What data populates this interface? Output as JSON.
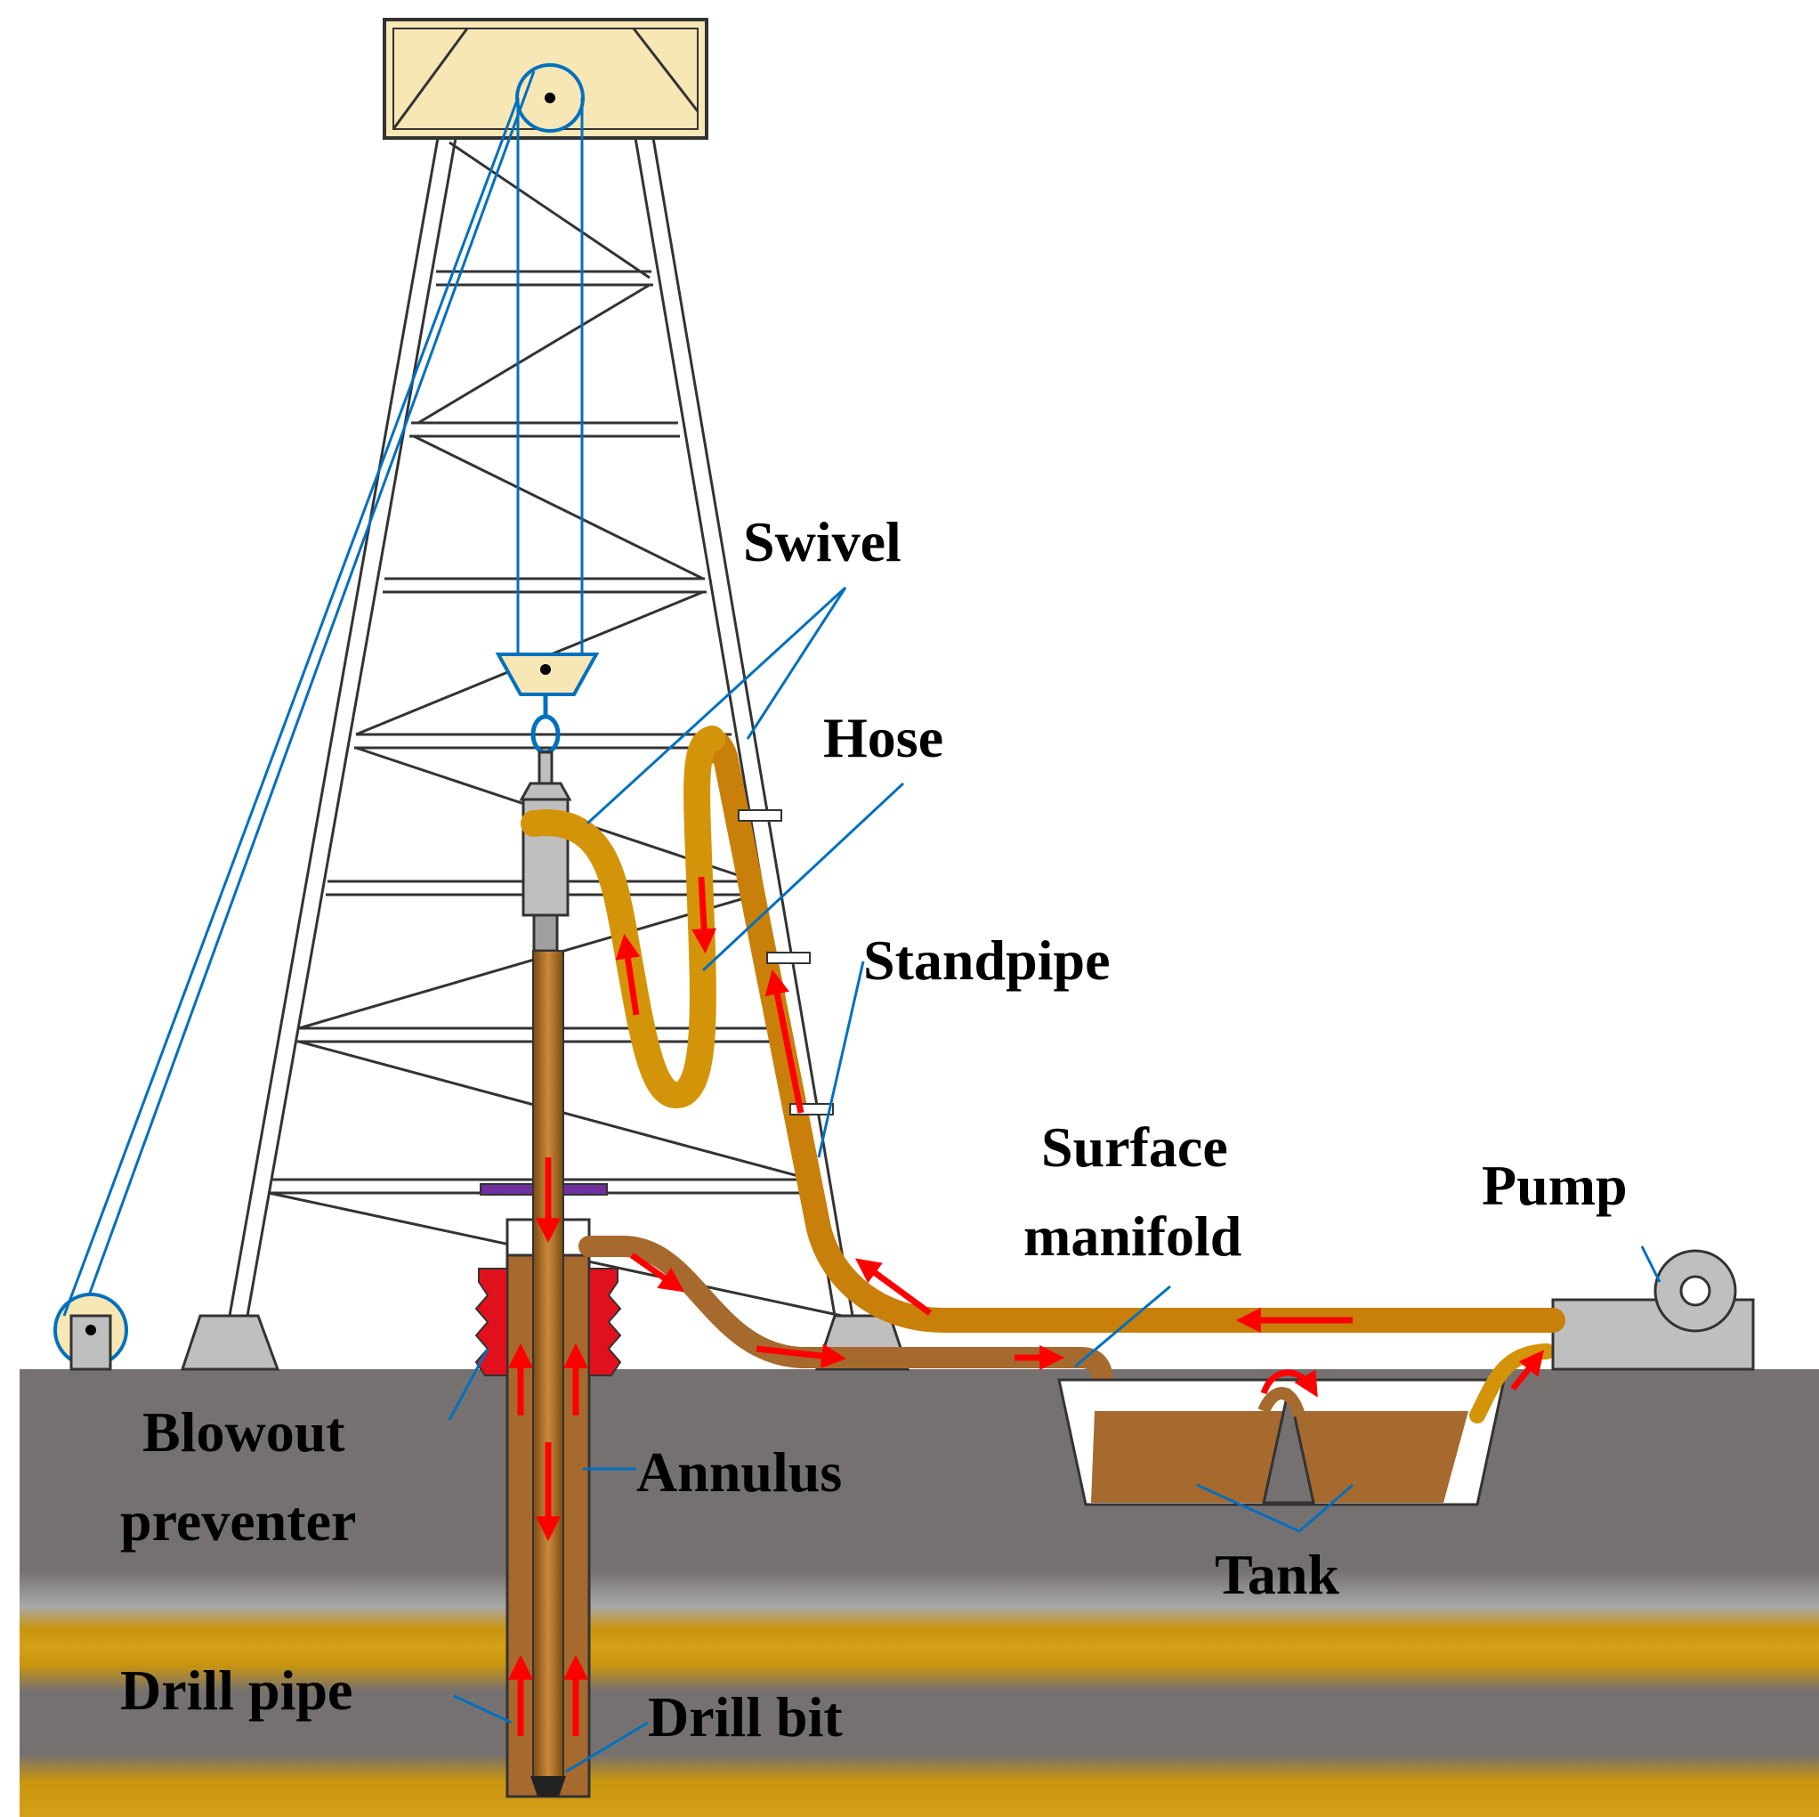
{
  "labels": {
    "swivel": "Swivel",
    "hose": "Hose",
    "standpipe": "Standpipe",
    "surface_manifold_line1": "Surface",
    "surface_manifold_line2": "manifold",
    "pump": "Pump",
    "blowout_preventer_line1": "Blowout",
    "blowout_preventer_line2": "preventer",
    "annulus": "Annulus",
    "tank": "Tank",
    "drill_pipe": "Drill pipe",
    "drill_bit": "Drill bit"
  },
  "colors": {
    "ground": "#767171",
    "oil_layer": "#D4A017",
    "mud": "#A66A2E",
    "hose": "#D4940A",
    "standpipe": "#C8800A",
    "flow_arrow": "#FF0000",
    "leader_line": "#0070C0",
    "crown_block": "#F7E7B5",
    "bop": "#E0101C",
    "rotary_table": "#7030A0",
    "equipment_gray": "#BFBFBF"
  }
}
